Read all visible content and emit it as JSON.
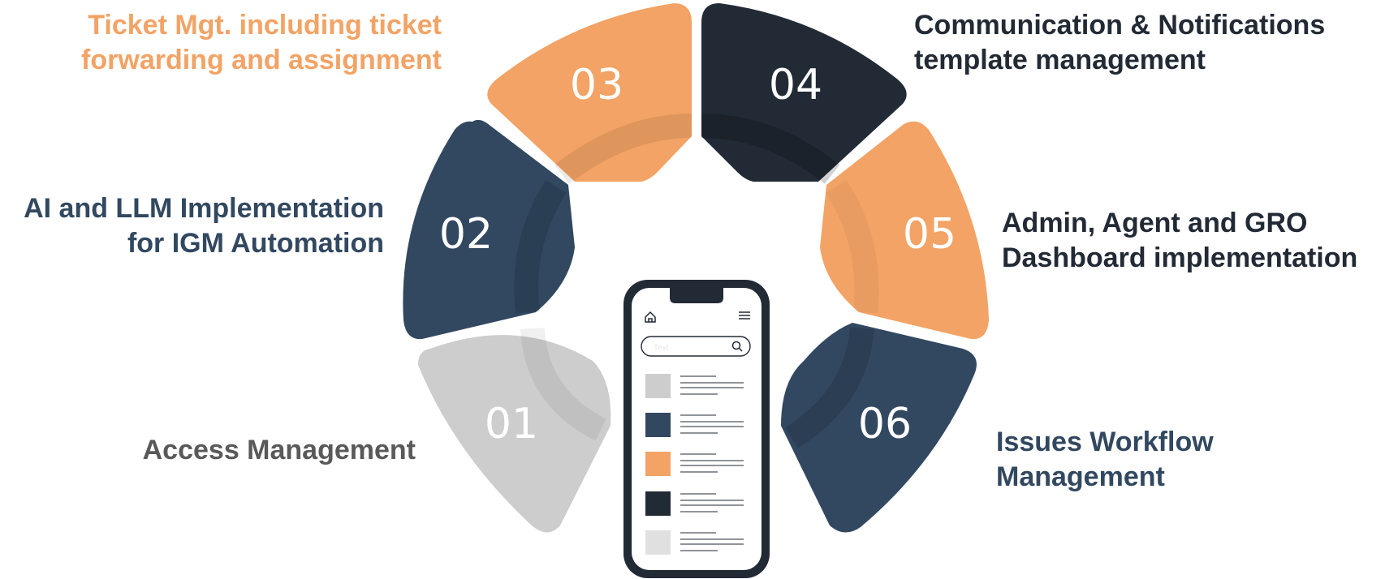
{
  "colors": {
    "orange": "#f2a365",
    "slate": "#324860",
    "dark": "#222a35",
    "gray": "#cdcdcd",
    "light_gray": "#e0e0e0",
    "label_gray": "#595959",
    "white": "#ffffff"
  },
  "segments": [
    {
      "number": "01",
      "label": [
        "Access Management"
      ],
      "color": "#cdcdcd",
      "label_color": "#595959"
    },
    {
      "number": "02",
      "label": [
        "AI and LLM Implementation",
        "for IGM Automation"
      ],
      "color": "#324860",
      "label_color": "#324860"
    },
    {
      "number": "03",
      "label": [
        "Ticket Mgt. including ticket",
        "forwarding and assignment"
      ],
      "color": "#f2a365",
      "label_color": "#f2a365"
    },
    {
      "number": "04",
      "label": [
        "Communication & Notifications",
        "template management"
      ],
      "color": "#222a35",
      "label_color": "#222a35"
    },
    {
      "number": "05",
      "label": [
        "Admin, Agent and GRO",
        "Dashboard implementation"
      ],
      "color": "#f2a365",
      "label_color": "#222a35"
    },
    {
      "number": "06",
      "label": [
        "Issues Workflow",
        "Management"
      ],
      "color": "#324860",
      "label_color": "#324860"
    }
  ],
  "phone": {
    "search_placeholder": "Text",
    "home_icon": "home-icon",
    "menu_icon": "menu-icon",
    "search_icon": "search-icon",
    "list_swatches": [
      "#cdcdcd",
      "#324860",
      "#f2a365",
      "#222a35",
      "#e0e0e0"
    ]
  }
}
